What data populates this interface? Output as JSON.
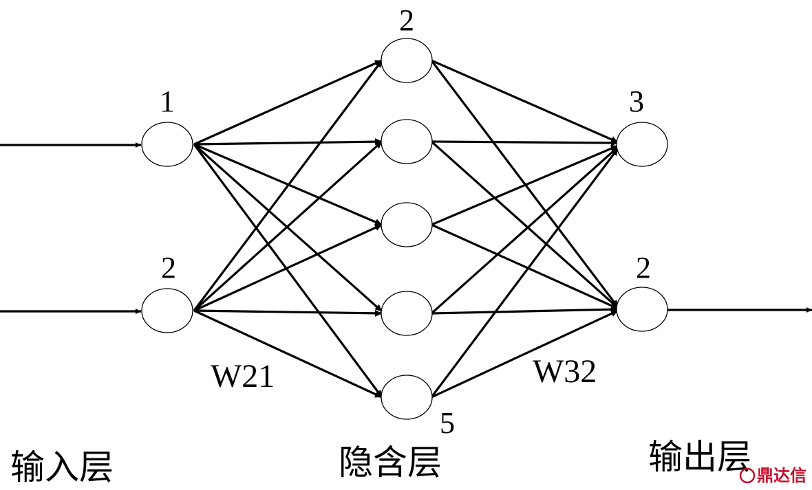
{
  "node_labels": {
    "input_1": "1",
    "input_2": "2",
    "hidden_top": "2",
    "hidden_bottom": "5",
    "output_1": "3",
    "output_2": "2"
  },
  "weights": {
    "w21": "W21",
    "w32": "W32"
  },
  "layers": {
    "input": "输入层",
    "hidden": "隐含层",
    "output": "输出层"
  },
  "watermark": {
    "text": "鼎达信"
  }
}
